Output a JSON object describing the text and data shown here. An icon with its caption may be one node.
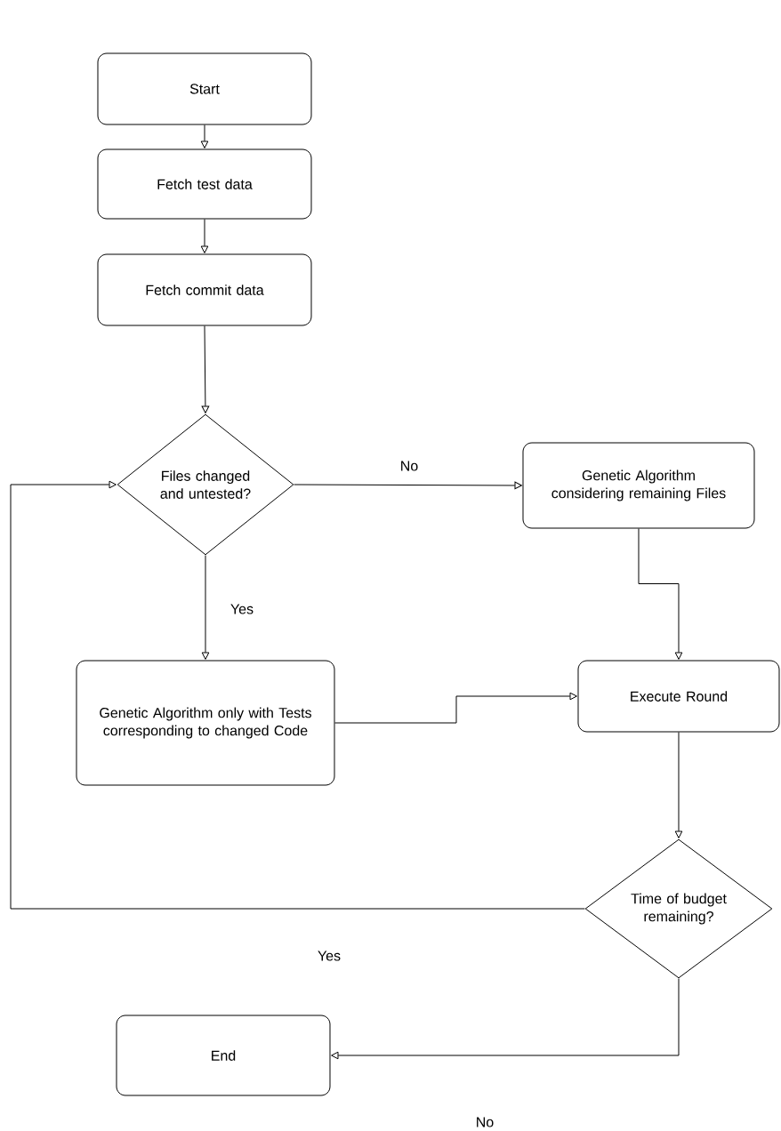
{
  "diagram": {
    "nodes": [
      {
        "text": [
          "Start"
        ]
      },
      {
        "text": [
          "Fetch test data"
        ]
      },
      {
        "text": [
          "Fetch commit data"
        ]
      },
      {
        "text": [
          "Files changed and untested?"
        ]
      },
      {
        "text": [
          "Genetic Algorithm considering remaining Files"
        ]
      },
      {
        "text": [
          "Genetic Algorithm only with Tests corresponding to changed Code"
        ]
      },
      {
        "text": [
          "Execute Round"
        ]
      },
      {
        "text": [
          "Time of budget remaining?"
        ]
      },
      {
        "text": [
          "End"
        ]
      }
    ],
    "edges": [
      {
        "from": 0,
        "to": 1,
        "arrow": "to"
      },
      {
        "from": 1,
        "to": 2,
        "arrow": "to"
      },
      {
        "from": 2,
        "to": 3,
        "arrow": "to"
      },
      {
        "from": 3,
        "to": 4,
        "arrow": "to",
        "label": "No"
      },
      {
        "from": 3,
        "to": 5,
        "arrow": "to",
        "label": "Yes"
      },
      {
        "from": 4,
        "to": 6,
        "arrow": "to"
      },
      {
        "from": 5,
        "to": 6,
        "arrow": "to"
      },
      {
        "from": 6,
        "to": 7,
        "arrow": "to"
      },
      {
        "from": 7,
        "to": 3,
        "arrow": "to",
        "label": "Yes"
      },
      {
        "from": 7,
        "to": 8,
        "arrow": "to",
        "label": "No"
      }
    ]
  }
}
